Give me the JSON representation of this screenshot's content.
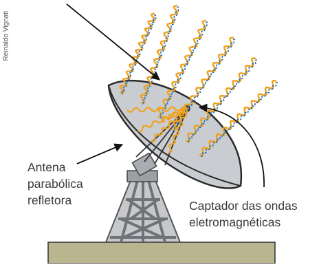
{
  "credit": "Reinaldo Vignati",
  "labels": {
    "antenna_line1": "Antena",
    "antenna_line2": "parabólica",
    "antenna_line3": "refletora",
    "captador_line1": "Captador das ondas",
    "captador_line2": "eletromagnéticas"
  },
  "colors": {
    "dish_fill": "#c9ccd0",
    "dish_stroke": "#2b2b2b",
    "wave_orange": "#f0a21e",
    "wave_blue": "#1f6fb5",
    "tower": "#8a8d91",
    "ground": "#b8b58f",
    "arrow": "#111111"
  }
}
